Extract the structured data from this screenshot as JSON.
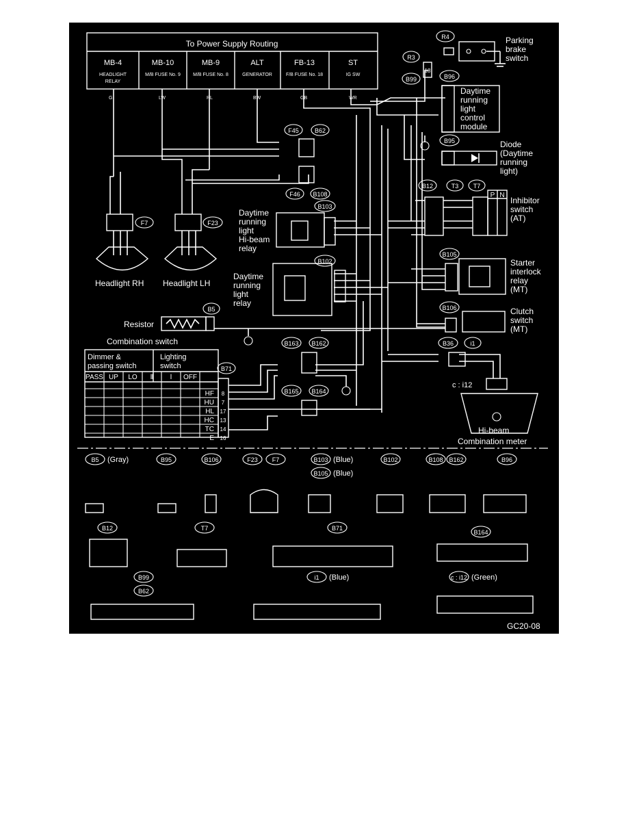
{
  "power_supply": {
    "title": "To Power Supply Routing",
    "sources": [
      {
        "name": "MB-4",
        "desc1": "HEADLIGHT",
        "desc2": "RELAY",
        "wire": "G"
      },
      {
        "name": "MB-10",
        "desc1": "M/B FUSE No. 9",
        "desc2": "",
        "wire": "LW"
      },
      {
        "name": "MB-9",
        "desc1": "M/B FUSE No. 8",
        "desc2": "",
        "wire": "RL"
      },
      {
        "name": "ALT",
        "desc1": "GENERATOR",
        "desc2": "",
        "wire": "BW"
      },
      {
        "name": "FB-13",
        "desc1": "F/B FUSE No. 18",
        "desc2": "",
        "wire": "GB"
      },
      {
        "name": "ST",
        "desc1": "IG SW",
        "desc2": "",
        "wire": "WR"
      }
    ]
  },
  "components": {
    "parking_brake": {
      "label": [
        "Parking",
        "brake",
        "switch"
      ],
      "conn": "R4"
    },
    "drl_module": {
      "label": [
        "Daytime",
        "running",
        "light",
        "control",
        "module"
      ],
      "conn": "B96",
      "conn2": "B99",
      "conn3": "R3",
      "pin18": "18"
    },
    "diode": {
      "label": [
        "Diode",
        "(Daytime",
        "running",
        "light)"
      ],
      "conn": "B95"
    },
    "inhibitor": {
      "label": [
        "Inhibitor",
        "switch",
        "(AT)"
      ],
      "conns": [
        "B12",
        "T3",
        "T7"
      ],
      "header_p": "P",
      "header_n": "N"
    },
    "hibeam_relay": {
      "label": [
        "Daytime",
        "running",
        "light",
        "Hi-beam",
        "relay"
      ],
      "conn": "B103"
    },
    "drl_relay": {
      "label": [
        "Daytime",
        "running",
        "light",
        "relay"
      ],
      "conn": "B102"
    },
    "starter_relay": {
      "label": [
        "Starter",
        "interlock",
        "relay",
        "(MT)"
      ],
      "conn": "B105"
    },
    "clutch": {
      "label": [
        "Clutch",
        "switch",
        "(MT)"
      ],
      "conn": "B106"
    },
    "headlight_rh": {
      "label": "Headlight RH",
      "conn": "F7"
    },
    "headlight_lh": {
      "label": "Headlight LH",
      "conn": "F23"
    },
    "resistor": {
      "label": "Resistor",
      "conn": "B5"
    },
    "fuse_block": {
      "conns": [
        "F45",
        "B62"
      ],
      "conns_lower": [
        "F46",
        "B108"
      ]
    },
    "combination_switch": {
      "title": "Combination switch",
      "group1": [
        "Dimmer &",
        "passing switch"
      ],
      "group2": [
        "Lighting",
        "switch"
      ],
      "cols": [
        "PASS",
        "UP",
        "LO",
        "Ⅱ",
        "Ⅰ",
        "OFF"
      ],
      "rows": [
        "HF",
        "HU",
        "HL",
        "HC",
        "TC",
        "E"
      ],
      "pins": [
        "8",
        "7",
        "17",
        "13",
        "14",
        "16"
      ],
      "conn": "B71"
    },
    "junction": {
      "conns": [
        "B163",
        "B162"
      ],
      "conns2": [
        "B165",
        "B164"
      ]
    },
    "meter": {
      "label": "Hi-beam",
      "title": "Combination meter",
      "conn": "c : i12",
      "conn2": [
        "B36",
        "i1"
      ]
    }
  },
  "connector_legend": [
    {
      "id": "B5",
      "note": "(Gray)"
    },
    {
      "id": "B95",
      "note": ""
    },
    {
      "id": "B106",
      "note": ""
    },
    {
      "id": "F23",
      "note": ""
    },
    {
      "id": "F7",
      "note": ""
    },
    {
      "id": "B103",
      "note": "(Blue)"
    },
    {
      "id": "B105",
      "note": "(Blue)"
    },
    {
      "id": "B102",
      "note": ""
    },
    {
      "id": "B108",
      "note": ""
    },
    {
      "id": "B162",
      "note": ""
    },
    {
      "id": "B96",
      "note": ""
    },
    {
      "id": "B12",
      "note": ""
    },
    {
      "id": "T7",
      "note": ""
    },
    {
      "id": "B71",
      "note": ""
    },
    {
      "id": "B164",
      "note": ""
    },
    {
      "id": "B99",
      "note": ""
    },
    {
      "id": "B62",
      "note": ""
    },
    {
      "id": "i1",
      "note": "(Blue)"
    },
    {
      "id": "c : i12",
      "note": "(Green)"
    }
  ],
  "figure_code": "GC20-08"
}
